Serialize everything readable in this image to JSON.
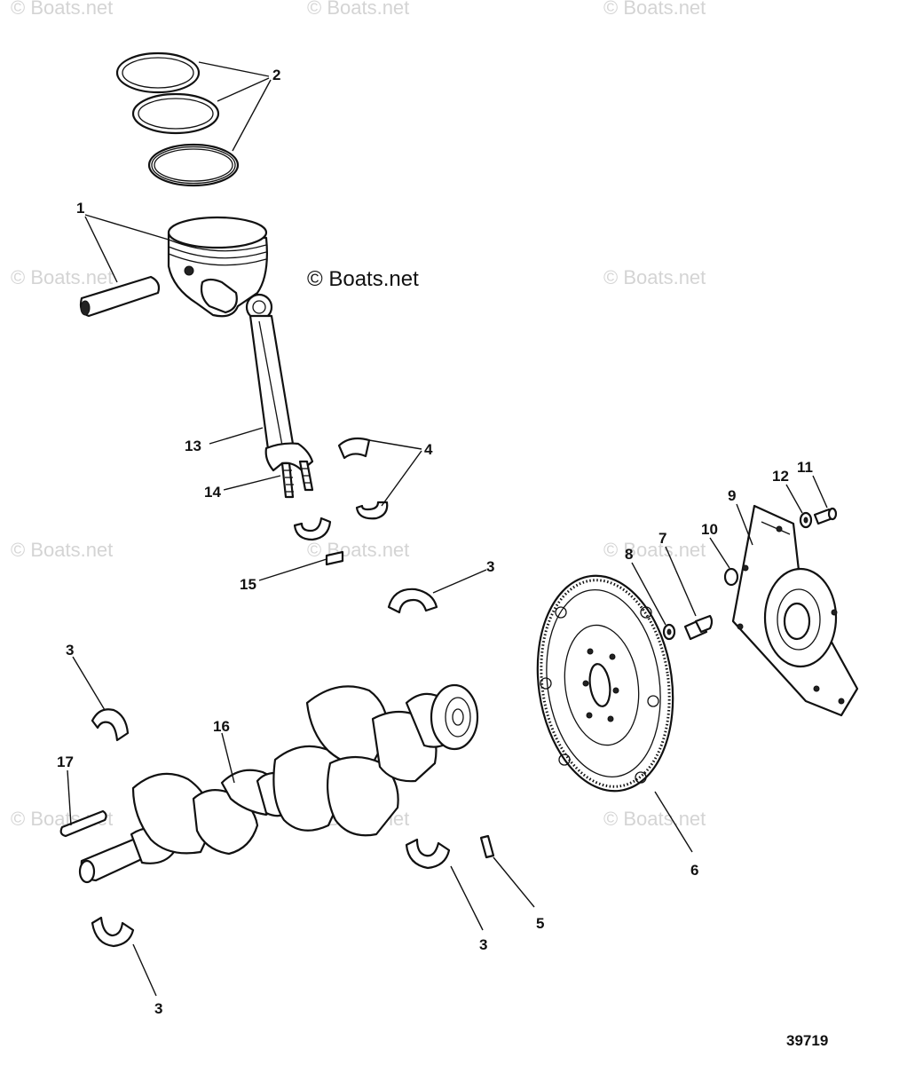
{
  "watermark": "© Boats.net",
  "copyright": "© Boats.net",
  "figure_number": "39719",
  "callouts": {
    "c1": "1",
    "c2": "2",
    "c3a": "3",
    "c3b": "3",
    "c3c": "3",
    "c3d": "3",
    "c4": "4",
    "c5": "5",
    "c6": "6",
    "c7": "7",
    "c8": "8",
    "c9": "9",
    "c10": "10",
    "c11": "11",
    "c12": "12",
    "c13": "13",
    "c14": "14",
    "c15": "15",
    "c16": "16",
    "c17": "17"
  }
}
